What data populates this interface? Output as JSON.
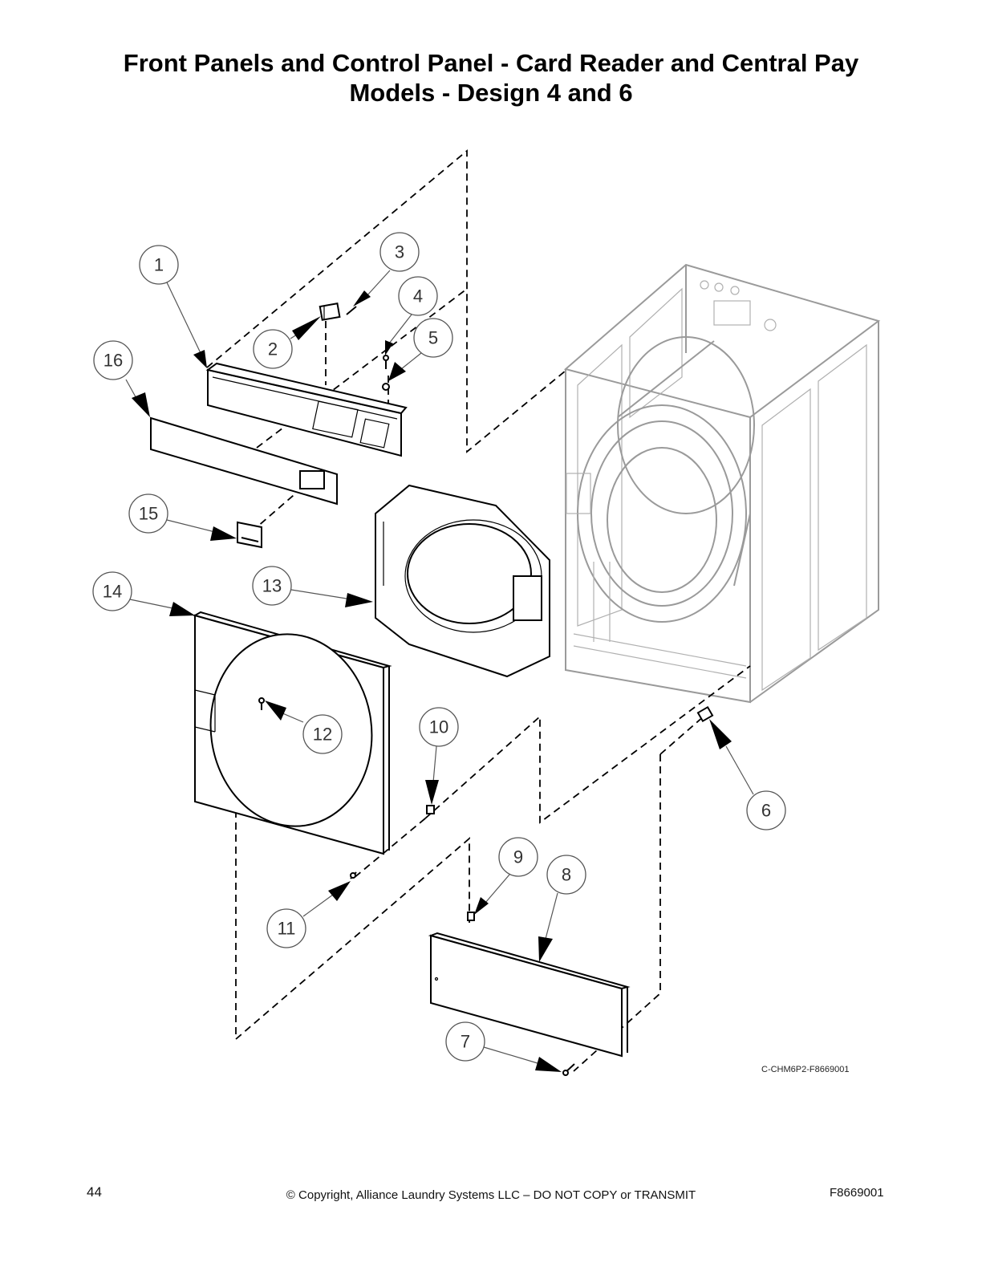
{
  "title_line1": "Front Panels and Control Panel - Card Reader and Central Pay",
  "title_line2": "Models - Design 4 and 6",
  "callouts": [
    "1",
    "2",
    "3",
    "4",
    "5",
    "6",
    "7",
    "8",
    "9",
    "10",
    "11",
    "12",
    "13",
    "14",
    "15",
    "16"
  ],
  "drawing_code": "C-CHM6P2-F8669001",
  "footer": {
    "page_number": "44",
    "copyright": "© Copyright, Alliance Laundry Systems LLC – DO NOT COPY or TRANSMIT",
    "doc_number": "F8669001"
  }
}
